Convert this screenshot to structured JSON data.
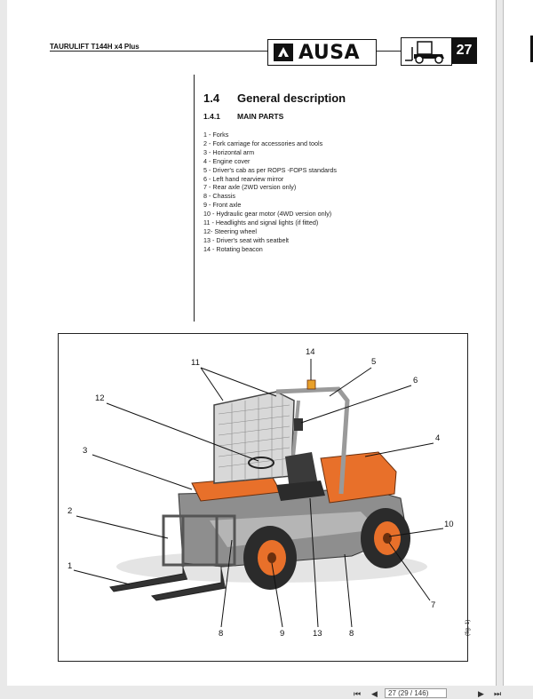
{
  "header": {
    "doc_title": "TAURULIFT T144H x4 Plus",
    "logo_text": "AUSA",
    "page_number": "27"
  },
  "section": {
    "number": "1.4",
    "title": "General description",
    "sub_number": "1.4.1",
    "sub_title": "MAIN PARTS"
  },
  "parts": [
    "1 -   Forks",
    "2 -   Fork carriage for accessories and tools",
    "3 -   Horizontal arm",
    "4 -   Engine cover",
    "5 -   Driver's cab as per ROPS -FOPS standards",
    "6 -   Left hand rearview mirror",
    "7 -   Rear axle (2WD version only)",
    "8 -   Chassis",
    "9 -   Front axle",
    "10 - Hydraulic gear motor (4WD version only)",
    "11 - Headlights and signal lights (if fitted)",
    "12-  Steering wheel",
    "13 - Driver's seat with seatbelt",
    "14 - Rotating beacon"
  ],
  "figure": {
    "label": "(fig. 1)",
    "callouts": {
      "c14": "14",
      "c11": "11",
      "c5": "5",
      "c6": "6",
      "c12": "12",
      "c4": "4",
      "c3": "3",
      "c2": "2",
      "c10": "10",
      "c1": "1",
      "c7": "7",
      "c8a": "8",
      "c9": "9",
      "c13": "13",
      "c8b": "8"
    }
  },
  "toolbar": {
    "first": "⏮",
    "prev": "◀",
    "page_field": "27 (29 / 146)",
    "next": "▶",
    "last": "⏭"
  },
  "colors": {
    "orange": "#e8702a",
    "frame_gray": "#9a9a9a",
    "dark": "#2b2b2b"
  }
}
